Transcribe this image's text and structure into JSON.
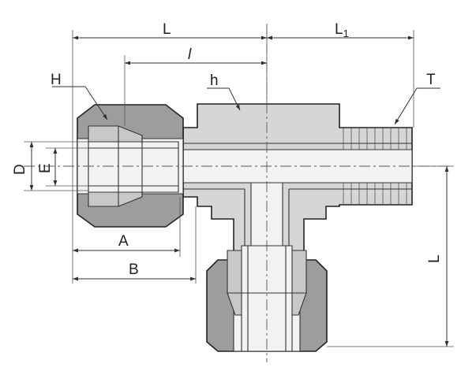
{
  "labels": {
    "L_top": "L",
    "L1": "L",
    "L1_sub": "1",
    "l": "l",
    "H": "H",
    "h": "h",
    "T": "T",
    "D": "D",
    "E": "E",
    "A": "A",
    "B": "B",
    "L_right": "L"
  }
}
